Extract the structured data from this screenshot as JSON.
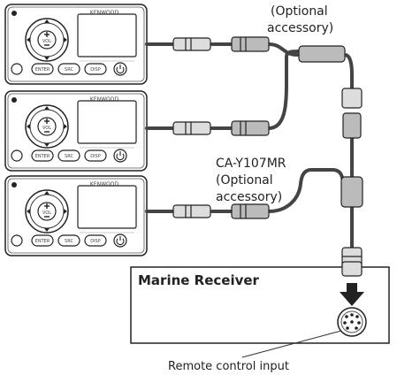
{
  "labels": {
    "top_optional_line1": "(Optional",
    "top_optional_line2": "accessory)",
    "middle_part_number": "CA-Y107MR",
    "middle_optional_line1": "(Optional",
    "middle_optional_line2": "accessory)",
    "marine_receiver": "Marine Receiver",
    "remote_control_input": "Remote control input"
  },
  "remote_unit": {
    "brand": "KENWOOD",
    "vol_label": "VOL",
    "buttons": [
      "ENTER",
      "SRC",
      "DISP"
    ],
    "count": 3
  }
}
